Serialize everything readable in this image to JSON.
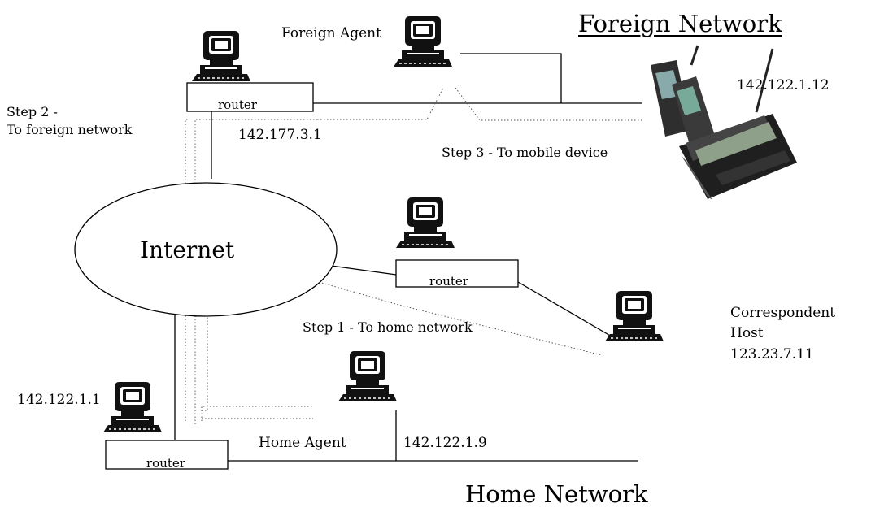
{
  "labels": {
    "foreign_network": "Foreign Network",
    "home_network": "Home Network",
    "internet": "Internet",
    "foreign_agent": "Foreign Agent",
    "home_agent": "Home Agent",
    "router": "router",
    "step1": "Step 1 - To home network",
    "step2_line1": "Step 2 -",
    "step2_line2": "To foreign network",
    "step3": "Step 3 - To mobile device",
    "correspondent_line1": "Correspondent",
    "correspondent_line2": "Host",
    "correspondent_ip": "123.23.7.11",
    "ip_foreign_router": "142.177.3.1",
    "ip_mobile": "142.122.1.12",
    "ip_home_router": "142.122.1.1",
    "ip_home_agent": "142.122.1.9"
  },
  "icons": {
    "computer": "desktop-computer-icon",
    "router": "router-box-icon",
    "mobile": "mobile-phone-icon",
    "cloud": "internet-ellipse"
  }
}
